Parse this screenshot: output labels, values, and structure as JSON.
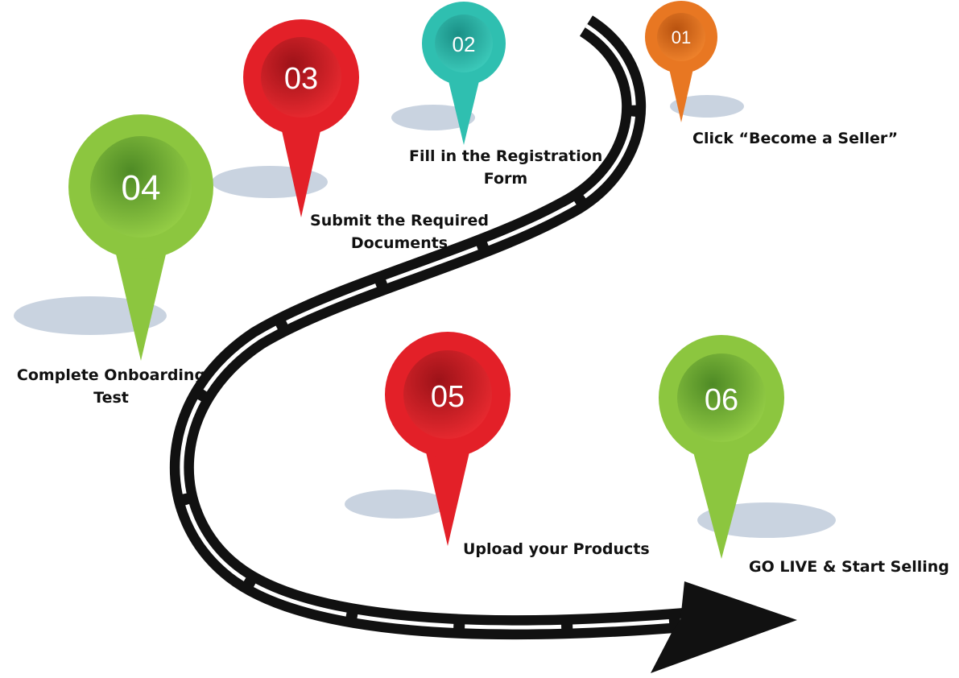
{
  "steps": [
    {
      "number": "01",
      "label": "Click “Become a Seller”",
      "color": "orange"
    },
    {
      "number": "02",
      "label_line1": "Fill in the Registration",
      "label_line2": "Form",
      "color": "teal"
    },
    {
      "number": "03",
      "label_line1": "Submit the Required",
      "label_line2": "Documents",
      "color": "red"
    },
    {
      "number": "04",
      "label_line1": "Complete Onboarding",
      "label_line2": "Test",
      "color": "green"
    },
    {
      "number": "05",
      "label": "Upload your Products",
      "color": "red"
    },
    {
      "number": "06",
      "label": "GO LIVE & Start Selling",
      "color": "green"
    }
  ],
  "colors": {
    "orange": "#E87722",
    "teal": "#2FBFB0",
    "red": "#E32028",
    "green": "#8CC63F",
    "road": "#111111",
    "shadow": "#C9D3E0"
  }
}
